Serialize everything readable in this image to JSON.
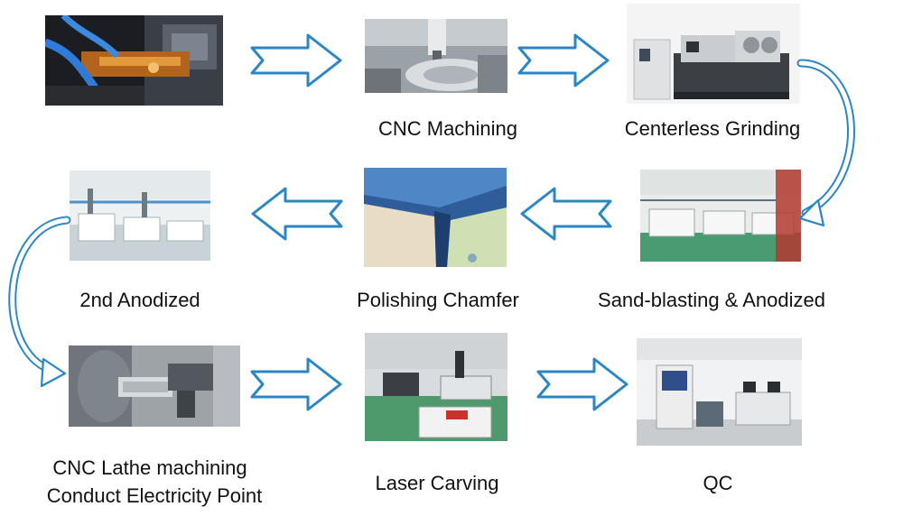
{
  "steps": {
    "cnc_machining": "CNC Machining",
    "centerless_grinding": "Centerless Grinding",
    "sand_blasting": "Sand-blasting & Anodized",
    "polishing_chamfer": "Polishing Chamfer",
    "second_anodized": "2nd Anodized",
    "cnc_lathe_line1": "CNC Lathe machining",
    "cnc_lathe_line2": "Conduct Electricity Point",
    "laser_carving": "Laser Carving",
    "qc": "QC"
  },
  "colors": {
    "arrow": "#2b86c5"
  }
}
